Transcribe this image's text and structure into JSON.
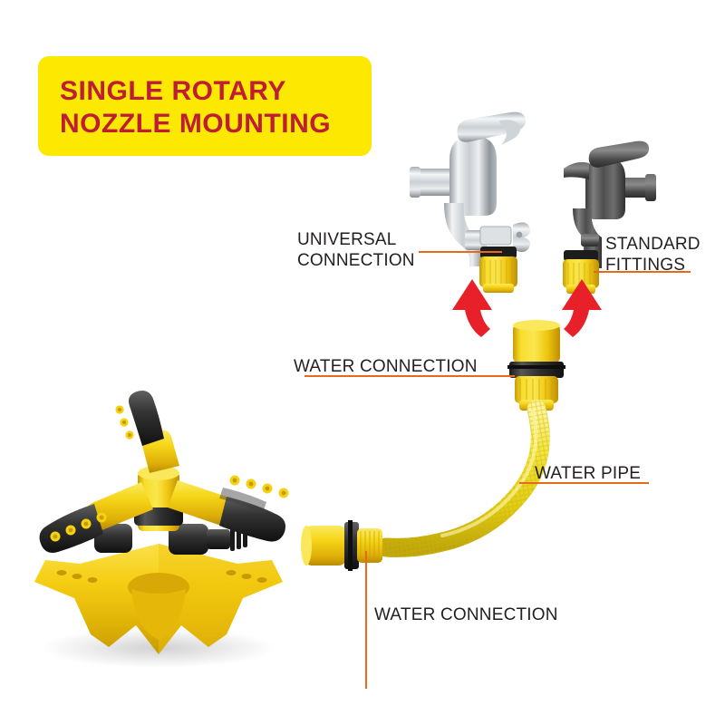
{
  "title": {
    "line1": "SINGLE ROTARY",
    "line2": "NOZZLE MOUNTING",
    "background_color": "#FCE800",
    "text_color": "#BE1E35"
  },
  "labels": {
    "universal_connection": "UNIVERSAL\nCONNECTION",
    "standard_fittings": "STANDARD\nFITTINGS",
    "water_connection_top": "WATER CONNECTION",
    "water_pipe": "WATER PIPE",
    "water_connection_bottom": "WATER CONNECTION"
  },
  "colors": {
    "leader_line": "#E8681C",
    "arrow": "#E8202A",
    "plastic_yellow": "#F5D211",
    "plastic_yellow_dark": "#D9A80B",
    "plastic_black": "#2B2B2B",
    "chrome_light": "#E3E6E8",
    "chrome_dark": "#8B9095",
    "gunmetal": "#4A4A4A",
    "hose_yellow": "#F2E33A",
    "background": "#FFFFFF"
  },
  "product": {
    "sprinkler_name": "rotary-sprinkler-three-arm",
    "arm_count": 3,
    "nozzles_per_arm": 4,
    "hose_name": "braided-water-pipe",
    "connector_name": "quick-connect-coupling"
  },
  "arrows": [
    {
      "name": "arrow-to-universal-connection",
      "direction": "up-left"
    },
    {
      "name": "arrow-to-standard-fittings",
      "direction": "up-right"
    }
  ]
}
